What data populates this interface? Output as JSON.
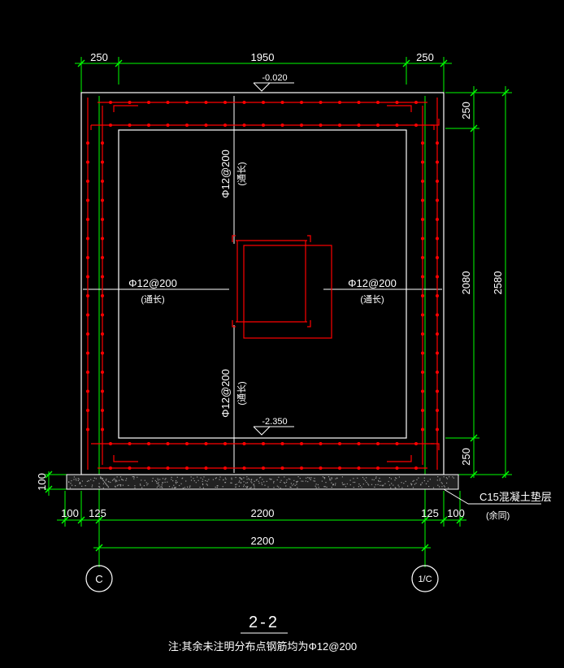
{
  "dimensions": {
    "top_left": "250",
    "top_mid": "1950",
    "top_right": "250",
    "right_top": "250",
    "right_mid": "2080",
    "right_bottom": "250",
    "right_total": "2580",
    "left_pad": "100",
    "bottom_l1": "100",
    "bottom_l2": "125",
    "bottom_mid": "2200",
    "bottom_r1": "125",
    "bottom_r2": "100",
    "bottom_total": "2200"
  },
  "elevations": {
    "top": "-0.020",
    "bottom": "-2.350"
  },
  "rebar": {
    "spec": "Φ12@200",
    "through": "(通长)"
  },
  "cushion": {
    "label": "C15混凝土垫层",
    "sub": "(余同)"
  },
  "axes": {
    "left": "C",
    "right": "1/C"
  },
  "section_title": "2-2",
  "note": "注:其余未注明分布点钢筋均为Φ12@200",
  "colors": {
    "background": "#000000",
    "dimension": "#00ff00",
    "concrete": "#ffffff",
    "rebar": "#ff0000"
  }
}
